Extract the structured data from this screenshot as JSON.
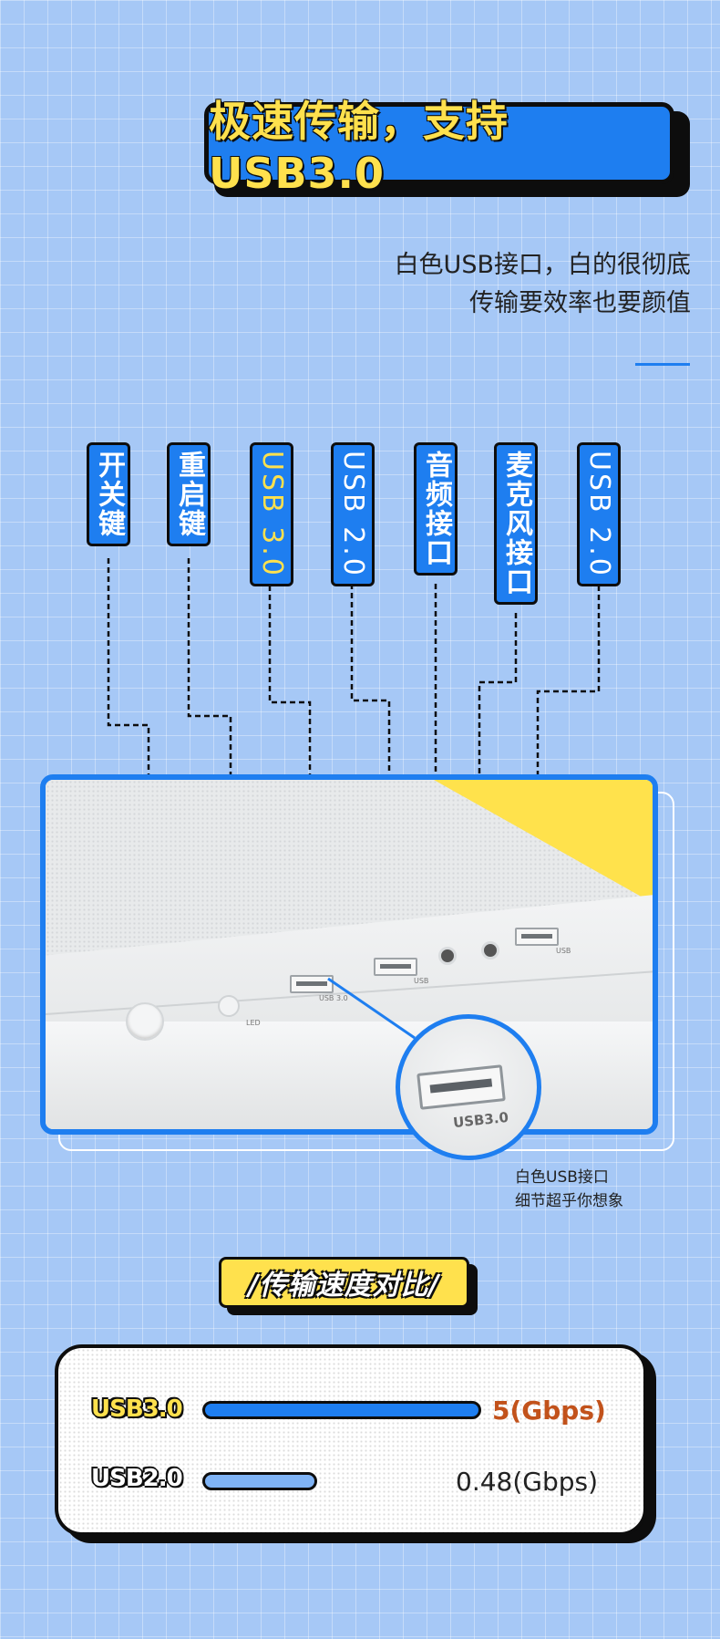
{
  "header": {
    "title": "极速传输，支持USB3.0",
    "subtitle_lines": [
      "白色USB接口，白的很彻底",
      "传输要效率也要颜值"
    ]
  },
  "port_labels": [
    {
      "text": "开关键",
      "highlight": false
    },
    {
      "text": "重启键",
      "highlight": false
    },
    {
      "text": "USB 3.0",
      "highlight": true
    },
    {
      "text": "USB 2.0",
      "highlight": false
    },
    {
      "text": "音频接口",
      "highlight": false
    },
    {
      "text": "麦克风接口",
      "highlight": false
    },
    {
      "text": "USB 2.0",
      "highlight": false
    }
  ],
  "photo": {
    "port_captions": [
      "LED",
      "USB 3.0",
      "USB",
      "USB"
    ],
    "zoom_text": "USB3.0",
    "zoom_caption_lines": [
      "白色USB接口",
      "细节超乎你想象"
    ]
  },
  "comparison": {
    "header": "/传输速度对比/",
    "rows": [
      {
        "label": "USB3.0",
        "value": 5,
        "value_text": "5(Gbps)"
      },
      {
        "label": "USB2.0",
        "value": 0.48,
        "value_text": "0.48(Gbps)"
      }
    ]
  },
  "colors": {
    "background": "#a6c8f6",
    "accent_blue": "#1e7ef0",
    "accent_yellow": "#ffe14d",
    "value_orange": "#c2521b"
  }
}
